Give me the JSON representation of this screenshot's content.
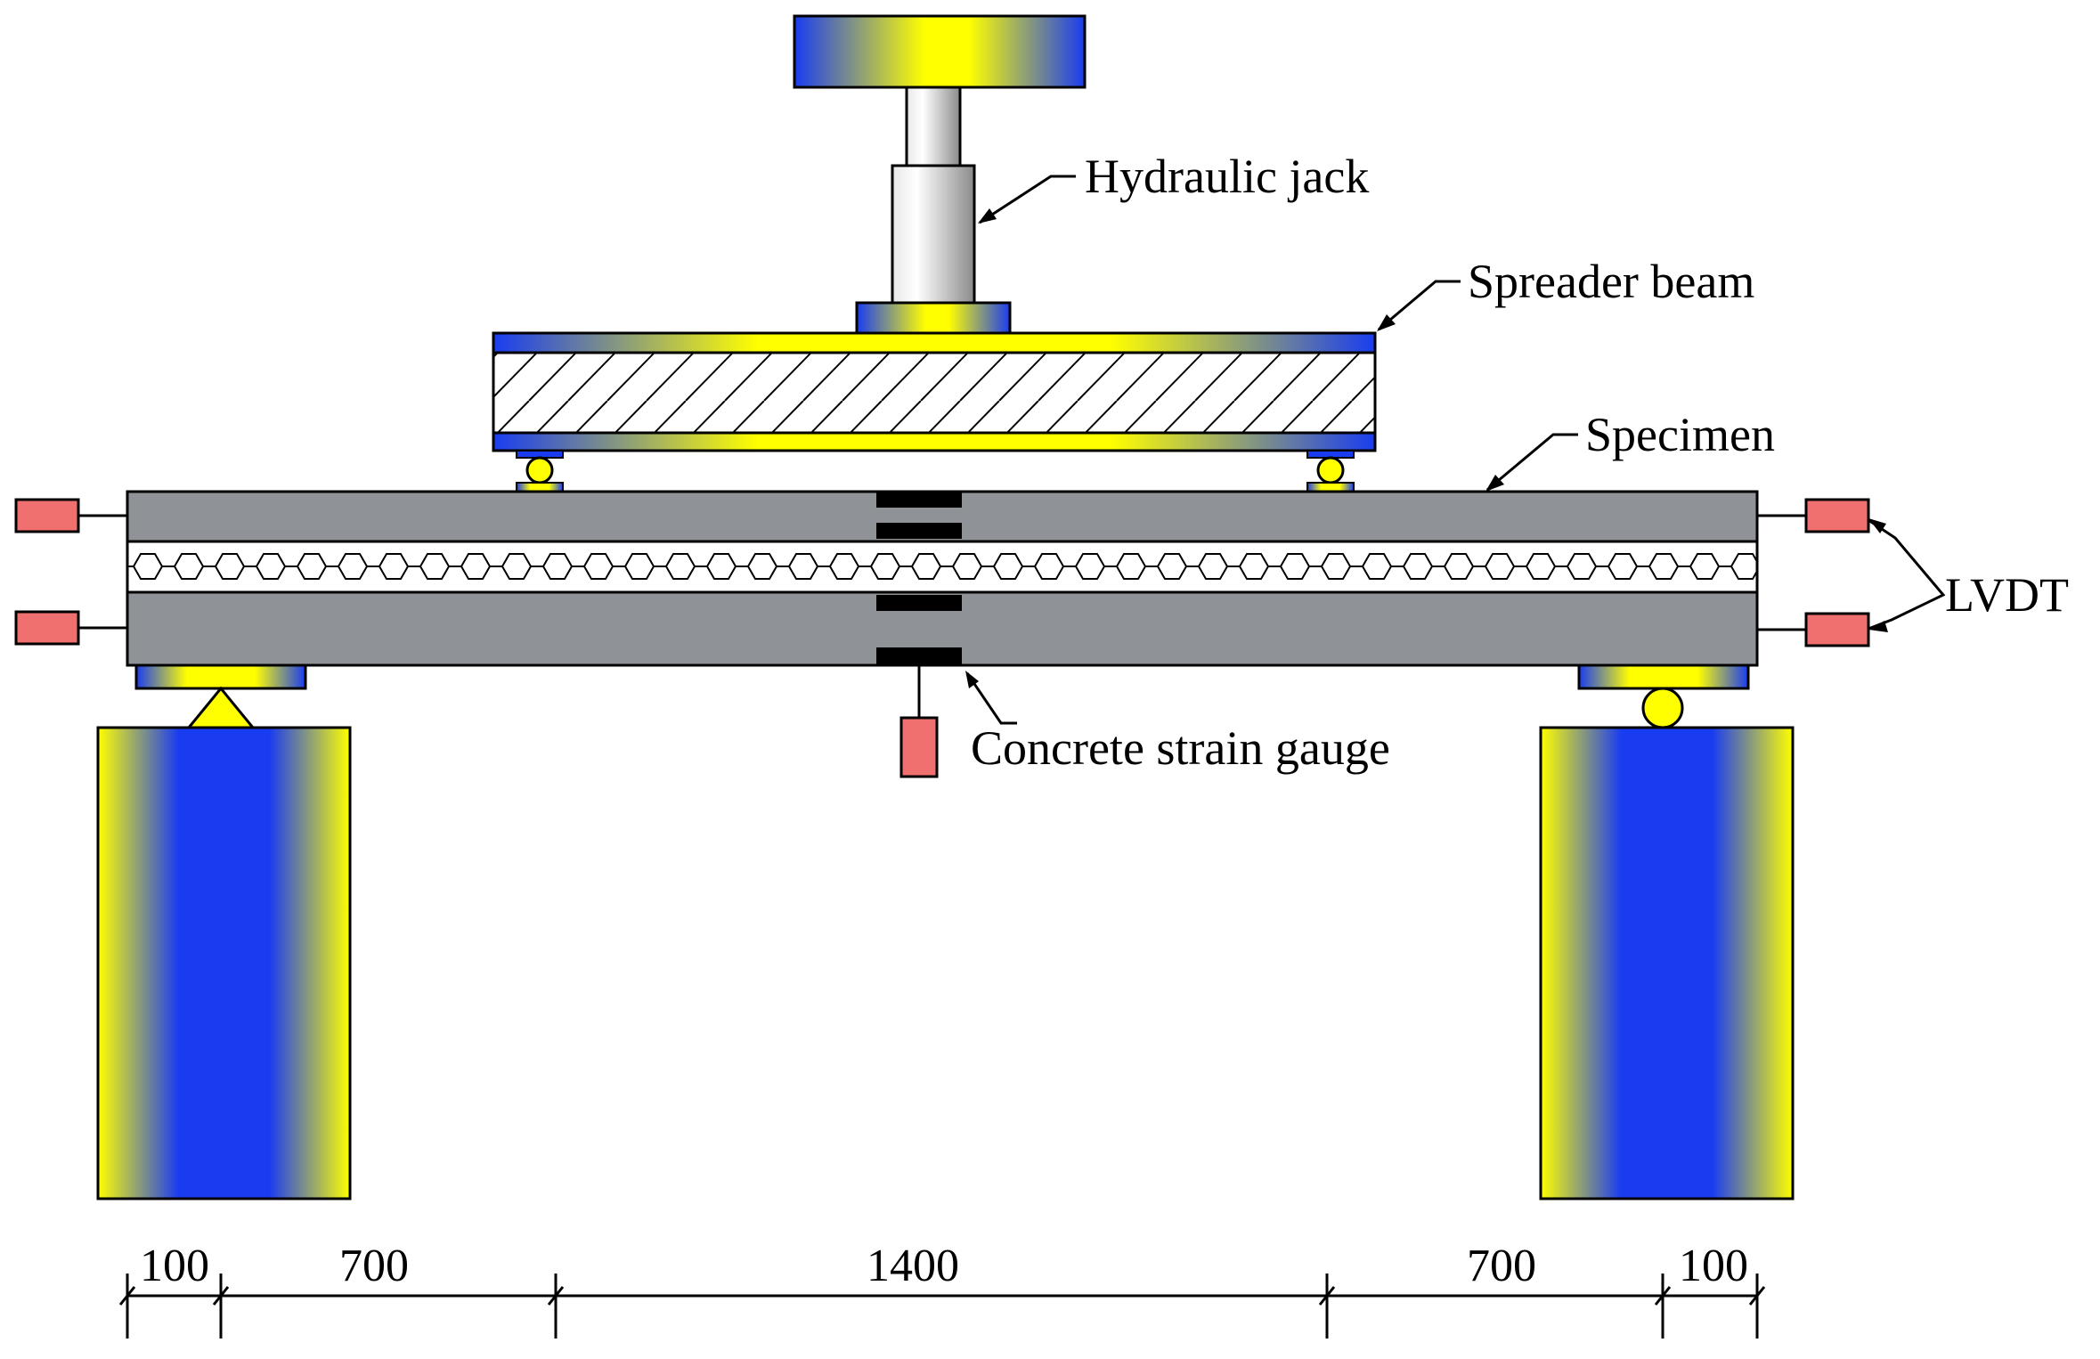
{
  "labels": {
    "hydraulic_jack": "Hydraulic jack",
    "spreader_beam": "Spreader beam",
    "specimen": "Specimen",
    "lvdt": "LVDT",
    "concrete_strain_gauge": "Concrete strain gauge"
  },
  "dimensions": [
    {
      "id": "dim-left-end",
      "value": "100"
    },
    {
      "id": "dim-left-shear",
      "value": "700"
    },
    {
      "id": "dim-mid",
      "value": "1400"
    },
    {
      "id": "dim-right-shear",
      "value": "700"
    },
    {
      "id": "dim-right-end",
      "value": "100"
    }
  ],
  "colors": {
    "steel_blue": "#1a3cf0",
    "steel_yellow": "#ffff00",
    "concrete_gray": "#8f9296",
    "sensor_red": "#f07070"
  }
}
